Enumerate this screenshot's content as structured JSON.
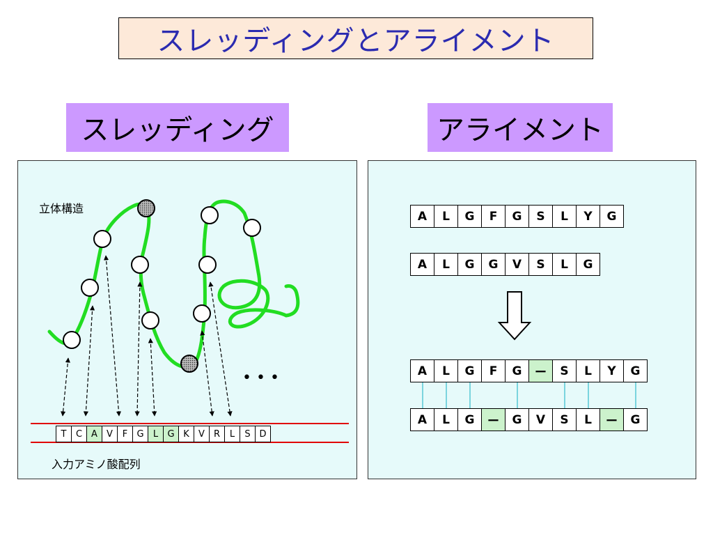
{
  "title": "スレッディングとアライメント",
  "threading": {
    "label": "スレッディング",
    "structure_label": "立体構造",
    "sequence_label": "入力アミノ酸配列",
    "ellipsis": "• • •",
    "sequence": [
      "T",
      "C",
      "A",
      "V",
      "F",
      "G",
      "L",
      "G",
      "K",
      "V",
      "R",
      "L",
      "S",
      "D"
    ],
    "highlighted": [
      2,
      6,
      7
    ]
  },
  "alignment": {
    "label": "アライメント",
    "seq1": [
      "A",
      "L",
      "G",
      "F",
      "G",
      "S",
      "L",
      "Y",
      "G"
    ],
    "seq2": [
      "A",
      "L",
      "G",
      "G",
      "V",
      "S",
      "L",
      "G"
    ],
    "aligned1": [
      "A",
      "L",
      "G",
      "F",
      "G",
      "ー",
      "S",
      "L",
      "Y",
      "G"
    ],
    "aligned2": [
      "A",
      "L",
      "G",
      "ー",
      "G",
      "V",
      "S",
      "L",
      "ー",
      "G"
    ],
    "arrow_icon": "down-arrow-icon"
  },
  "colors": {
    "title_text": "#2b2bb0",
    "title_bg": "#fde9d9",
    "label_bg": "#cc99ff",
    "panel_bg": "#e6fafa",
    "chain": "#22dd22",
    "sequence_line": "#e00000",
    "highlight": "#ccf2cc",
    "align_link": "#33bbcc"
  }
}
